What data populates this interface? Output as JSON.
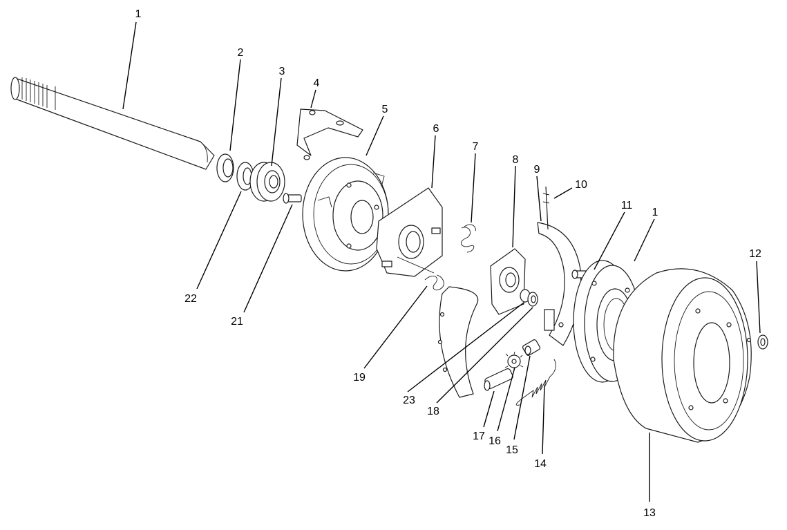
{
  "diagram": {
    "callouts": [
      {
        "id": "c1a",
        "label": "1"
      },
      {
        "id": "c2",
        "label": "2"
      },
      {
        "id": "c3",
        "label": "3"
      },
      {
        "id": "c4",
        "label": "4"
      },
      {
        "id": "c5",
        "label": "5"
      },
      {
        "id": "c6",
        "label": "6"
      },
      {
        "id": "c7",
        "label": "7"
      },
      {
        "id": "c8",
        "label": "8"
      },
      {
        "id": "c9",
        "label": "9"
      },
      {
        "id": "c10",
        "label": "10"
      },
      {
        "id": "c11",
        "label": "11"
      },
      {
        "id": "c1b",
        "label": "1"
      },
      {
        "id": "c12",
        "label": "12"
      },
      {
        "id": "c13",
        "label": "13"
      },
      {
        "id": "c14",
        "label": "14"
      },
      {
        "id": "c15",
        "label": "15"
      },
      {
        "id": "c16",
        "label": "16"
      },
      {
        "id": "c17",
        "label": "17"
      },
      {
        "id": "c18",
        "label": "18"
      },
      {
        "id": "c23",
        "label": "23"
      },
      {
        "id": "c19",
        "label": "19"
      },
      {
        "id": "c21",
        "label": "21"
      },
      {
        "id": "c22",
        "label": "22"
      }
    ]
  }
}
